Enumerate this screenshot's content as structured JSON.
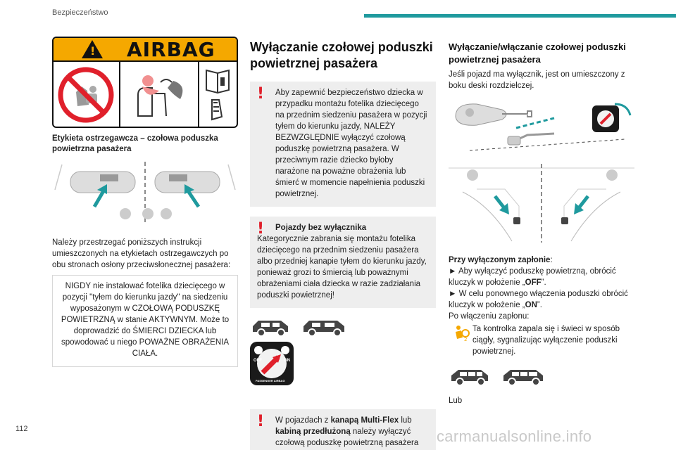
{
  "header": {
    "section": "Bezpieczeństwo",
    "page_number": "112"
  },
  "watermark": "carmanualsonline.info",
  "left": {
    "airbag_label_text": "AIRBAG",
    "label_caption": "Etykieta ostrzegawcza – czołowa poduszka powietrzna pasażera",
    "intro": "Należy przestrzegać poniższych instrukcji umieszczonych na etykietach ostrzegawczych po obu stronach osłony przeciwsłonecznej pasażera:",
    "warning_box": "NIGDY nie instalować fotelika dziecięcego w pozycji \"tyłem do kierunku jazdy\" na siedzeniu wyposażonym w CZOŁOWĄ PODUSZKĘ POWIETRZNĄ w stanie AKTYWNYM. Może to doprowadzić do ŚMIERCI DZIECKA lub spowodować u niego POWAŻNE OBRAŻENIA CIAŁA."
  },
  "middle": {
    "title": "Wyłączanie czołowej poduszki powietrznej pasażera",
    "warn1": "Aby zapewnić bezpieczeństwo dziecka w przypadku montażu fotelika dziecięcego na przednim siedzeniu pasażera w pozycji tyłem do kierunku jazdy, NALEŻY BEZWZGLĘDNIE wyłączyć czołową poduszkę powietrzną pasażera. W przeciwnym razie dziecko byłoby narażone na poważne obrażenia lub śmierć w momencie napełnienia poduszki powietrznej.",
    "warn2_title": "Pojazdy bez wyłącznika",
    "warn2": "Kategorycznie zabrania się montażu fotelika dziecięcego na przednim siedzeniu pasażera albo przedniej kanapie tyłem do kierunku jazdy, ponieważ grozi to śmiercią lub poważnymi obrażeniami ciała dziecka w razie zadziałania poduszki powietrznej!",
    "switch_off": "OFF",
    "switch_on": "ON",
    "switch_ring": "PASSENGER AIRBAG",
    "warn3_prefix": "W pojazdach z ",
    "warn3_bold1": "kanapą Multi-Flex",
    "warn3_mid": " lub ",
    "warn3_bold2": "kabiną przedłużoną",
    "warn3_suffix": " należy wyłączyć czołową poduszkę powietrzną pasażera na czas przewożenia długich przedmiotów."
  },
  "right": {
    "title": "Wyłączanie/włączanie czołowej poduszki powietrznej pasażera",
    "intro": "Jeśli pojazd ma wyłącznik, jest on umieszczony z boku deski rozdzielczej.",
    "ignition_off_label": "Przy wyłączonym zapłonie",
    "step1_prefix": "► Aby wyłączyć poduszkę powietrzną, obrócić kluczyk w położenie „",
    "step1_value": "OFF",
    "step1_suffix": "”.",
    "step2_prefix": "► W celu ponownego włączenia poduszki obrócić kluczyk w położenie „",
    "step2_value": "ON",
    "step2_suffix": "”.",
    "after_ignition": "Po włączeniu zapłonu:",
    "lamp_text": "Ta kontrolka zapala się i świeci w sposób ciągły, sygnalizując wyłączenie poduszki powietrznej.",
    "or": "Lub"
  }
}
